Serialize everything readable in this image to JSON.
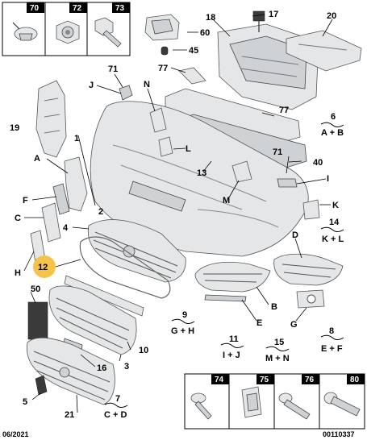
{
  "callouts": {
    "c1": "1",
    "c2": "2",
    "c3": "3",
    "c4": "4",
    "c5": "5",
    "c10": "10",
    "c12": "12",
    "c13": "13",
    "c16": "16",
    "c17": "17",
    "c18": "18",
    "c19": "19",
    "c20": "20",
    "c21": "21",
    "c40": "40",
    "c45": "45",
    "c50": "50",
    "c60": "60",
    "c71a": "71",
    "c71b": "71",
    "c77a": "77",
    "c77b": "77",
    "cA": "A",
    "cB": "B",
    "cC": "C",
    "cD": "D",
    "cE": "E",
    "cF": "F",
    "cG": "G",
    "cH": "H",
    "cI": "I",
    "cJ": "J",
    "cK": "K",
    "cL": "L",
    "cM": "M",
    "cN": "N"
  },
  "groups": [
    {
      "num": "6",
      "formula": "A + B"
    },
    {
      "num": "14",
      "formula": "K + L"
    },
    {
      "num": "9",
      "formula": "G + H"
    },
    {
      "num": "11",
      "formula": "I + J"
    },
    {
      "num": "15",
      "formula": "M + N"
    },
    {
      "num": "8",
      "formula": "E + F"
    },
    {
      "num": "7",
      "formula": "C + D"
    }
  ],
  "fastener_box_top": [
    "70",
    "72",
    "73"
  ],
  "fastener_box_bottom": [
    "74",
    "75",
    "76",
    "80"
  ],
  "footer": {
    "date": "06/2021",
    "ref": "00110337"
  },
  "colors": {
    "highlight": "#f5c24a",
    "parts": "#e4e6e8",
    "outline": "#555555"
  }
}
